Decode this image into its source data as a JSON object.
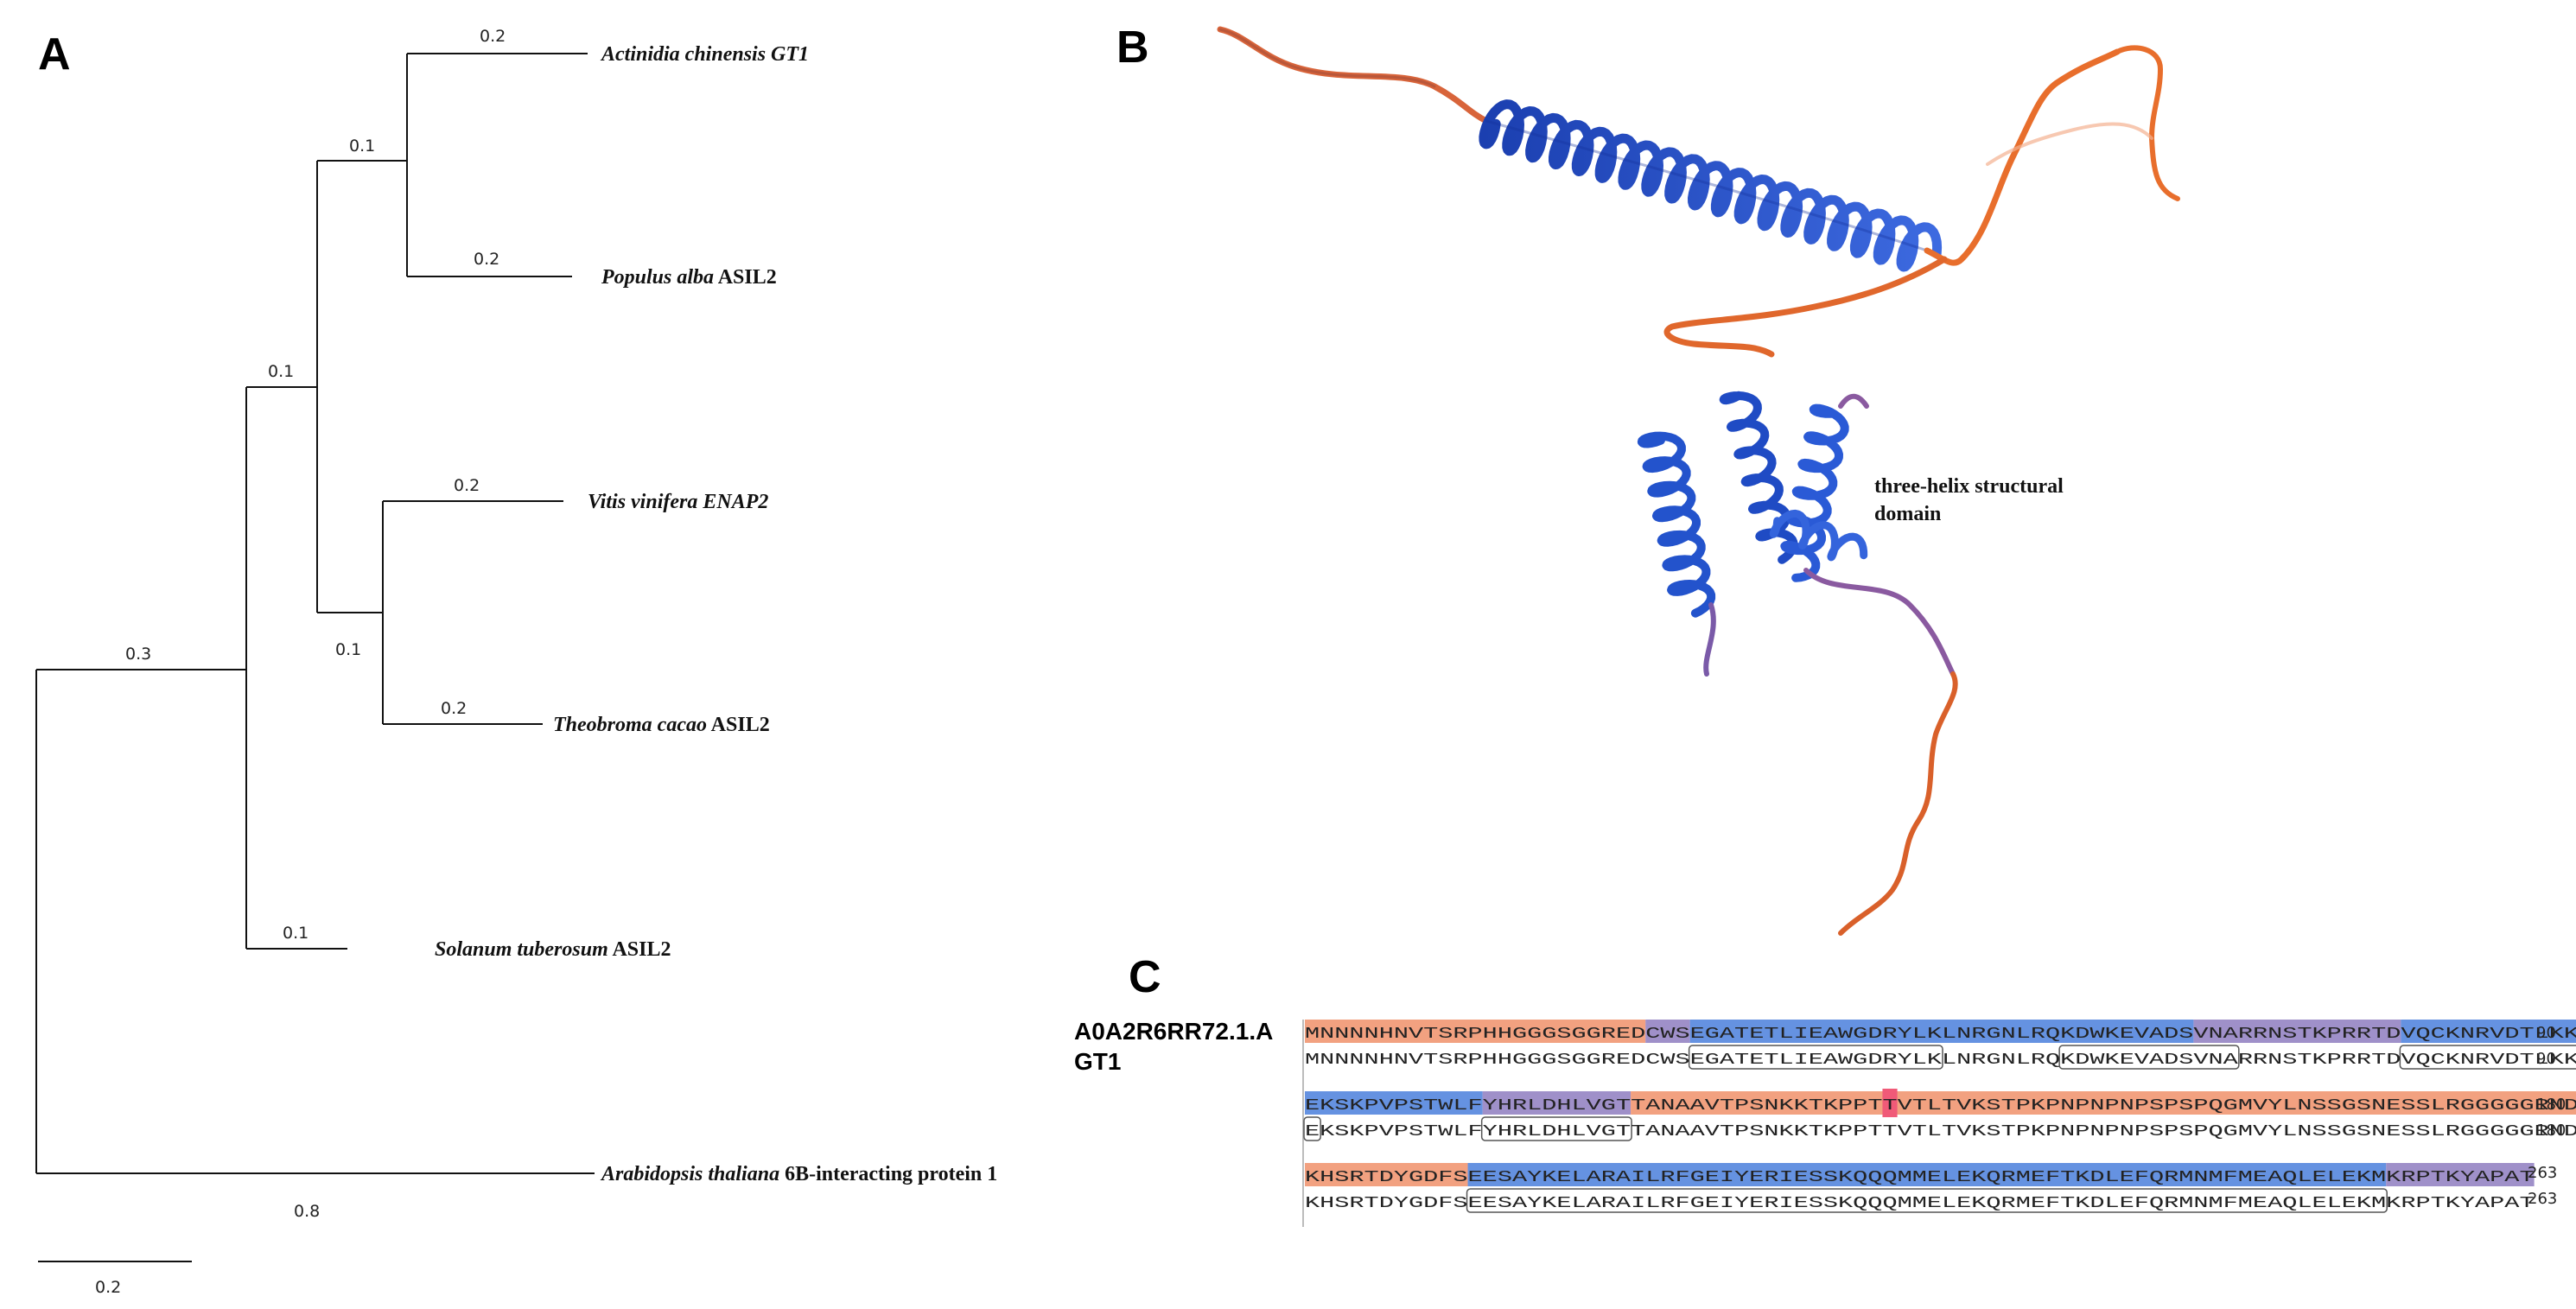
{
  "panels": {
    "a": "A",
    "b": "B",
    "c": "C"
  },
  "tree": {
    "scale_label": "0.2",
    "taxa": [
      {
        "italic": "Actinidia chinensis GT1",
        "rest": ""
      },
      {
        "italic": "Populus alba",
        "rest": "ASIL2"
      },
      {
        "italic": "Vitis vinifera ENAP2",
        "rest": ""
      },
      {
        "italic": "Theobroma cacao",
        "rest": "ASIL2"
      },
      {
        "italic": "Solanum tuberosum",
        "rest": "ASIL2"
      },
      {
        "italic": "Arabidopsis thaliana",
        "rest": "6B-interacting protein 1"
      }
    ],
    "branch_values": {
      "actinidia": "0.2",
      "populus": "0.2",
      "clade_act_pop": "0.1",
      "vitis": "0.2",
      "theobroma": "0.2",
      "clade_vit_theo": "0.1",
      "clade_four": "0.1",
      "solanum": "0.1",
      "ingroup": "0.3",
      "arabidopsis": "0.8"
    }
  },
  "structure": {
    "domain_label_line1": "three-helix structural",
    "domain_label_line2": "domain",
    "colors": {
      "helix": "#1f4fc4",
      "loop": "#e06a2a",
      "mid": "#7a5aa8"
    }
  },
  "alignment": {
    "seq_id": "A0A2R6RR72.1.A",
    "seq_name": "GT1",
    "blocks": [
      {
        "query": "MNNNNHNVTSRPHHGGGSGGREDCWSEGATETLIEAWGDRYLKLNRGNLRQKDWKEVADSVNARRNSTKPRRTDVQCKNRVDTLKKKFKL",
        "template": "MNNNNHNVTSRPHHGGGSGGREDCWSEGATETLIEAWGDRYLKLNRGNLRQKDWKEVADSVNARRNSTKPRRTDVQCKNRVDTLKKKFKL",
        "end": "90"
      },
      {
        "query": "EKSKPVPSTWLFYHRLDHLVGTTANAAVTPSNKKTKPPTTVTLTVKSTPKPNPNPNPSPSPQGMVYLNSSGSNESSLRGGGGGRNDDDVR",
        "template": "EKSKPVPSTWLFYHRLDHLVGTTANAAVTPSNKKTKPPTTVTLTVKSTPKPNPNPNPSPSPQGMVYLNSSGSNESSLRGGGGGRNDDDVR",
        "end": "180"
      },
      {
        "query": "KHSRTDYGDFSEESAYKELARAILRFGEIYERIESSKQQQMMELEKQRMEFTKDLEFQRMNMFMEAQLELEKMKRPTKYAPAT",
        "template": "KHSRTDYGDFSEESAYKELARAILRFGEIYERIESSKQQQMMELEKQRMEFTKDLEFQRMNMFMEAQLELEKMKRPTKYAPAT",
        "end": "263"
      }
    ],
    "colors": {
      "blue": "#4a7fdc",
      "orange": "#f0906a",
      "purple": "#8e7cc0",
      "highlight": "#f05a78"
    }
  }
}
